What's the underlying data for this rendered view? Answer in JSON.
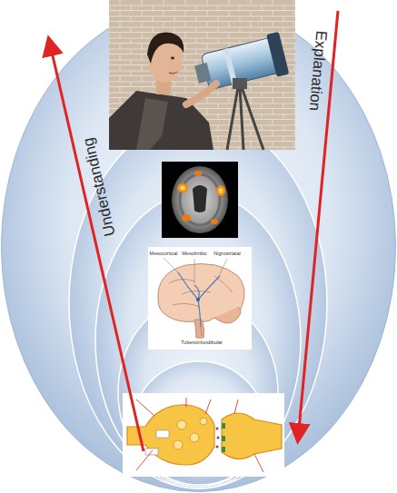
{
  "diagram": {
    "labels": [
      "Understanding",
      "Explanation",
      "Mesocortical",
      "Mesolimbic",
      "Nigrostriatal",
      "Tuberoinfundibular"
    ]
  }
}
